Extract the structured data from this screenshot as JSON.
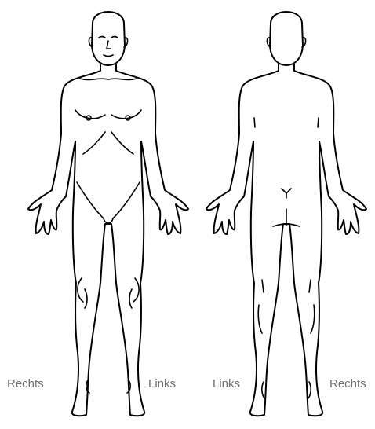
{
  "labels": {
    "front_right": "Rechts",
    "front_left": "Links",
    "back_left": "Links",
    "back_right": "Rechts"
  },
  "colors": {
    "line": "#000000",
    "label_text": "#6f6f6f",
    "background": "#ffffff"
  }
}
